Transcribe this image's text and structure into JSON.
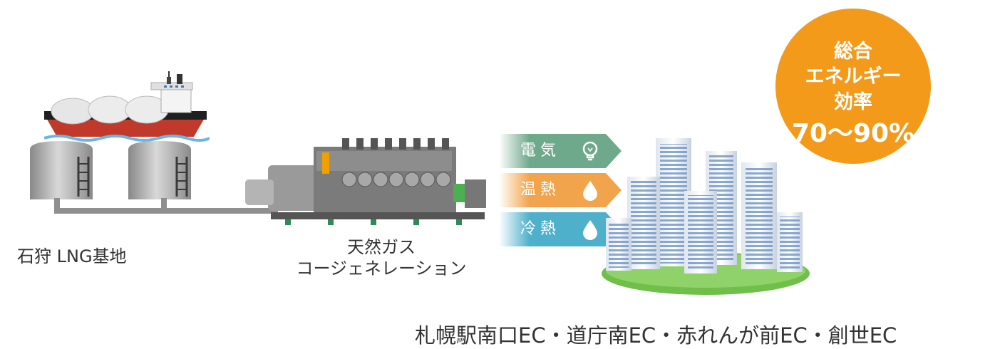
{
  "lng_base_label": "石狩 LNG基地",
  "cogeneration": {
    "line1": "天然ガス",
    "line2": "コージェネレーション"
  },
  "outputs": [
    {
      "label": "電気",
      "icon": "lightbulb-icon",
      "color": "#6fa98c"
    },
    {
      "label": "温熱",
      "icon": "water-drop-icon",
      "color": "#f2a44c"
    },
    {
      "label": "冷熱",
      "icon": "water-drop-icon",
      "color": "#4fb0cb"
    }
  ],
  "efficiency_badge": {
    "line1": "総合",
    "line2": "エネルギー",
    "line3": "効率",
    "line4": "70〜90%",
    "color": "#f39a1b"
  },
  "facilities_caption": "札幌駅南口EC・道庁南EC・赤れんが前EC・創世EC"
}
